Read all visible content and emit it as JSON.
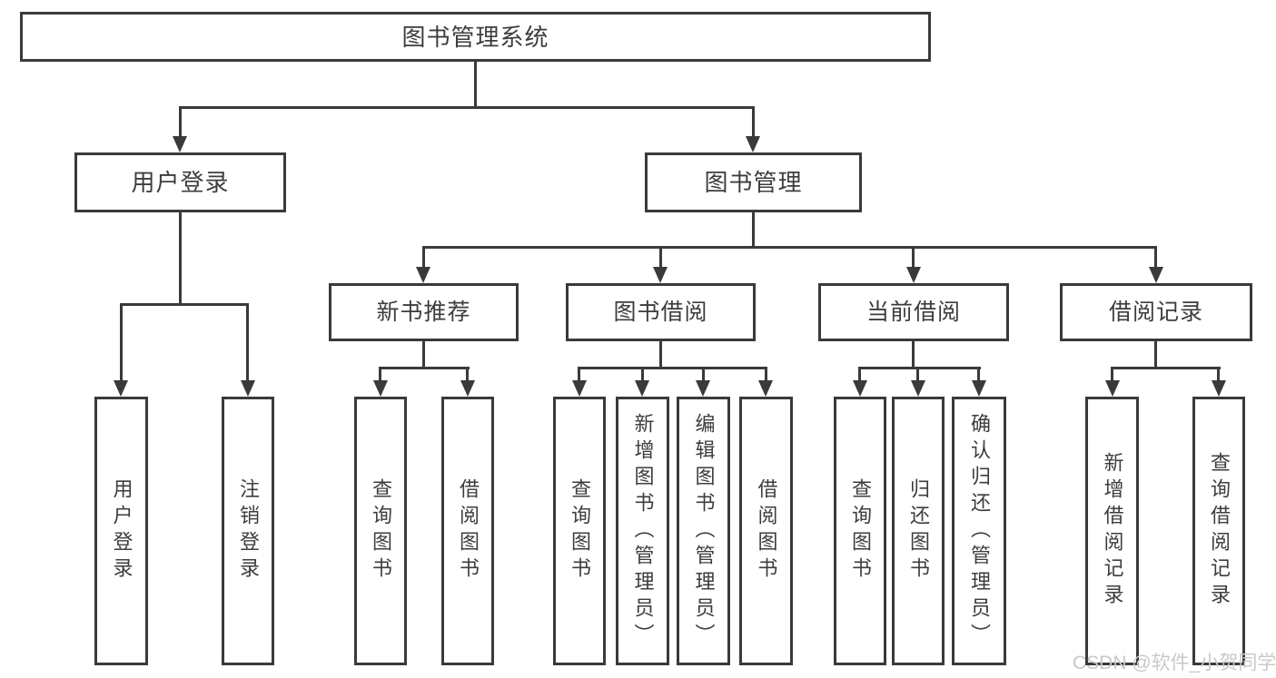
{
  "tree": {
    "label": "图书管理系统",
    "children": [
      {
        "label": "用户登录",
        "children": [
          {
            "label": "用户登录"
          },
          {
            "label": "注销登录"
          }
        ]
      },
      {
        "label": "图书管理",
        "children": [
          {
            "label": "新书推荐",
            "children": [
              {
                "label": "查询图书"
              },
              {
                "label": "借阅图书"
              }
            ]
          },
          {
            "label": "图书借阅",
            "children": [
              {
                "label": "查询图书"
              },
              {
                "label": "新增图书（管理员）"
              },
              {
                "label": "编辑图书（管理员）"
              },
              {
                "label": "借阅图书"
              }
            ]
          },
          {
            "label": "当前借阅",
            "children": [
              {
                "label": "查询图书"
              },
              {
                "label": "归还图书"
              },
              {
                "label": "确认归还（管理员）"
              }
            ]
          },
          {
            "label": "借阅记录",
            "children": [
              {
                "label": "新增借阅记录"
              },
              {
                "label": "查询借阅记录"
              }
            ]
          }
        ]
      }
    ]
  },
  "watermark": {
    "text": "CSDN @软件_小贺同学"
  },
  "colors": {
    "line": "#3a3a3a",
    "text": "#3d3d3d",
    "watermark": "#c9c9c9",
    "background": "#ffffff"
  }
}
